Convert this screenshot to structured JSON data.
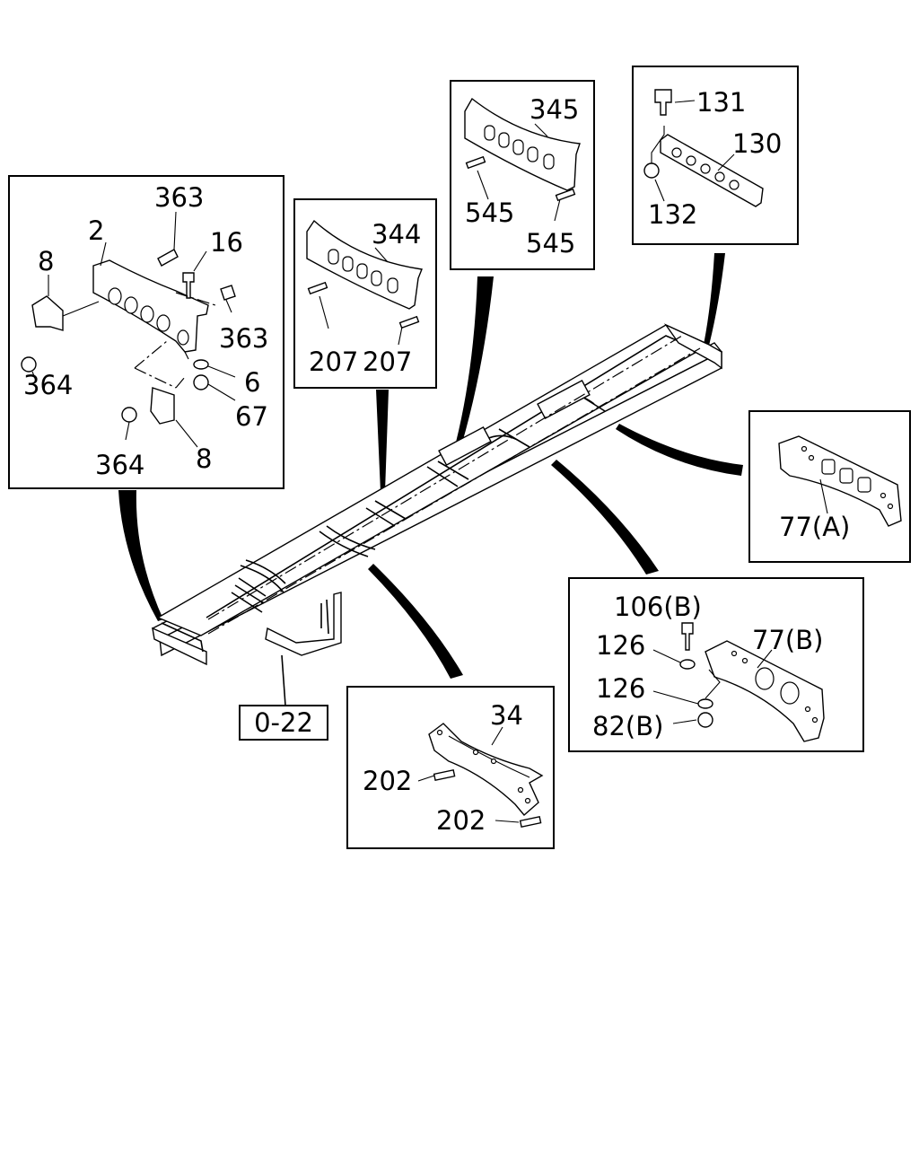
{
  "callouts": {
    "box1": {
      "labels": [
        "363",
        "2",
        "16",
        "8",
        "363",
        "364",
        "6",
        "67",
        "364",
        "8"
      ]
    },
    "box2": {
      "labels": [
        "344",
        "207",
        "207"
      ]
    },
    "box3": {
      "labels": [
        "345",
        "545",
        "545"
      ]
    },
    "box4": {
      "labels": [
        "131",
        "130",
        "132"
      ]
    },
    "box5": {
      "labels": [
        "77(A)"
      ]
    },
    "box6": {
      "labels": [
        "106(B)",
        "77(B)",
        "126",
        "126",
        "82(B)"
      ]
    },
    "box7": {
      "labels": [
        "34",
        "202",
        "202"
      ]
    },
    "reference": "0-22"
  }
}
